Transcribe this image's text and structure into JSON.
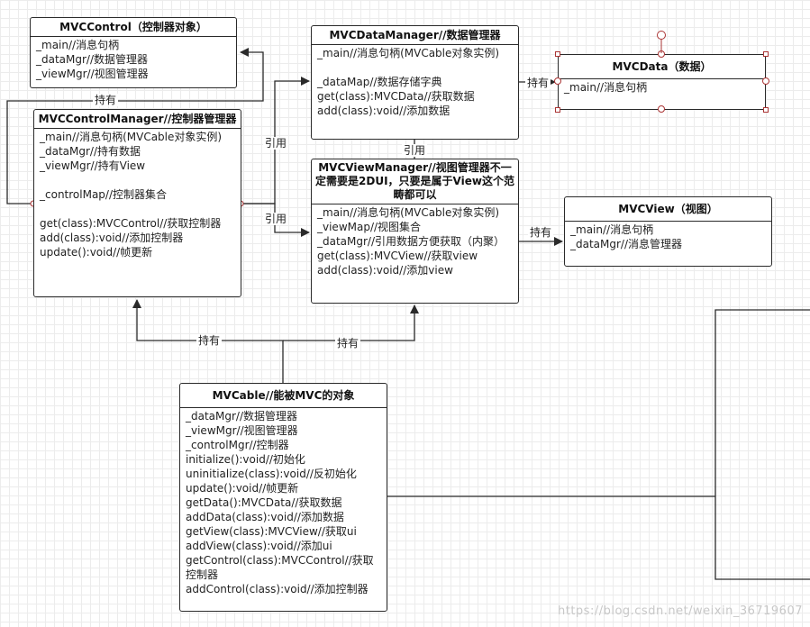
{
  "boxes": {
    "mvc_control": {
      "title": "MVCControl（控制器对象）",
      "lines": [
        "_main//消息句柄",
        "_dataMgr//数据管理器",
        "_viewMgr//视图管理器"
      ]
    },
    "mvc_control_manager": {
      "title": "MVCControlManager//控制器管理器",
      "lines": [
        "_main//消息句柄(MVCable对象实例)",
        "_dataMgr//持有数据",
        "_viewMgr//持有View",
        "",
        "_controlMap//控制器集合",
        "",
        "get(class):MVCControl//获取控制器",
        "add(class):void//添加控制器",
        "update():void//帧更新"
      ]
    },
    "mvc_data_manager": {
      "title": "MVCDataManager//数据管理器",
      "lines": [
        "_main//消息句柄(MVCable对象实例)",
        "",
        "_dataMap//数据存储字典",
        "get(class):MVCData//获取数据",
        "add(class):void//添加数据"
      ]
    },
    "mvc_data": {
      "title": "MVCData（数据）",
      "lines": [
        "_main//消息句柄"
      ]
    },
    "mvc_view_manager": {
      "title": "MVCViewManager//视图管理器不一定需要是2DUI，只要是属于View这个范畴都可以",
      "lines": [
        "_main//消息句柄(MVCable对象实例)",
        "_viewMap//视图集合",
        "_dataMgr//引用数据方便获取（内聚）",
        "get(class):MVCView//获取view",
        "add(class):void//添加view"
      ]
    },
    "mvc_view": {
      "title": "MVCView（视图）",
      "lines": [
        "_main//消息句柄",
        "_dataMgr//消息管理器"
      ]
    },
    "mvc_cable": {
      "title": "MVCable//能被MVC的对象",
      "lines": [
        "_dataMgr//数据管理器",
        "_viewMgr//视图管理器",
        "_controlMgr//控制器",
        "initialize():void//初始化",
        "uninitialize(class):void//反初始化",
        "update():void//帧更新",
        "getData():MVCData//获取数据",
        "addData(class):void//添加数据",
        "getView(class):MVCView//获取ui",
        "addView(class):void//添加ui",
        "getControl(class):MVCControl//获取控制器",
        "addControl(class):void//添加控制器"
      ]
    }
  },
  "labels": {
    "hold_control": "持有",
    "ref_data": "引用",
    "ref_view": "引用",
    "hold_data": "持有",
    "ref_dm_vm": "引用",
    "hold_view": "持有",
    "cable_hold_cm": "持有",
    "cable_hold_vm": "持有"
  },
  "watermark": "https://blog.csdn.net/weixin_36719607",
  "colors": {
    "line": "#2a2a2a",
    "handle": "#aa3333",
    "grid": "#ececec"
  }
}
